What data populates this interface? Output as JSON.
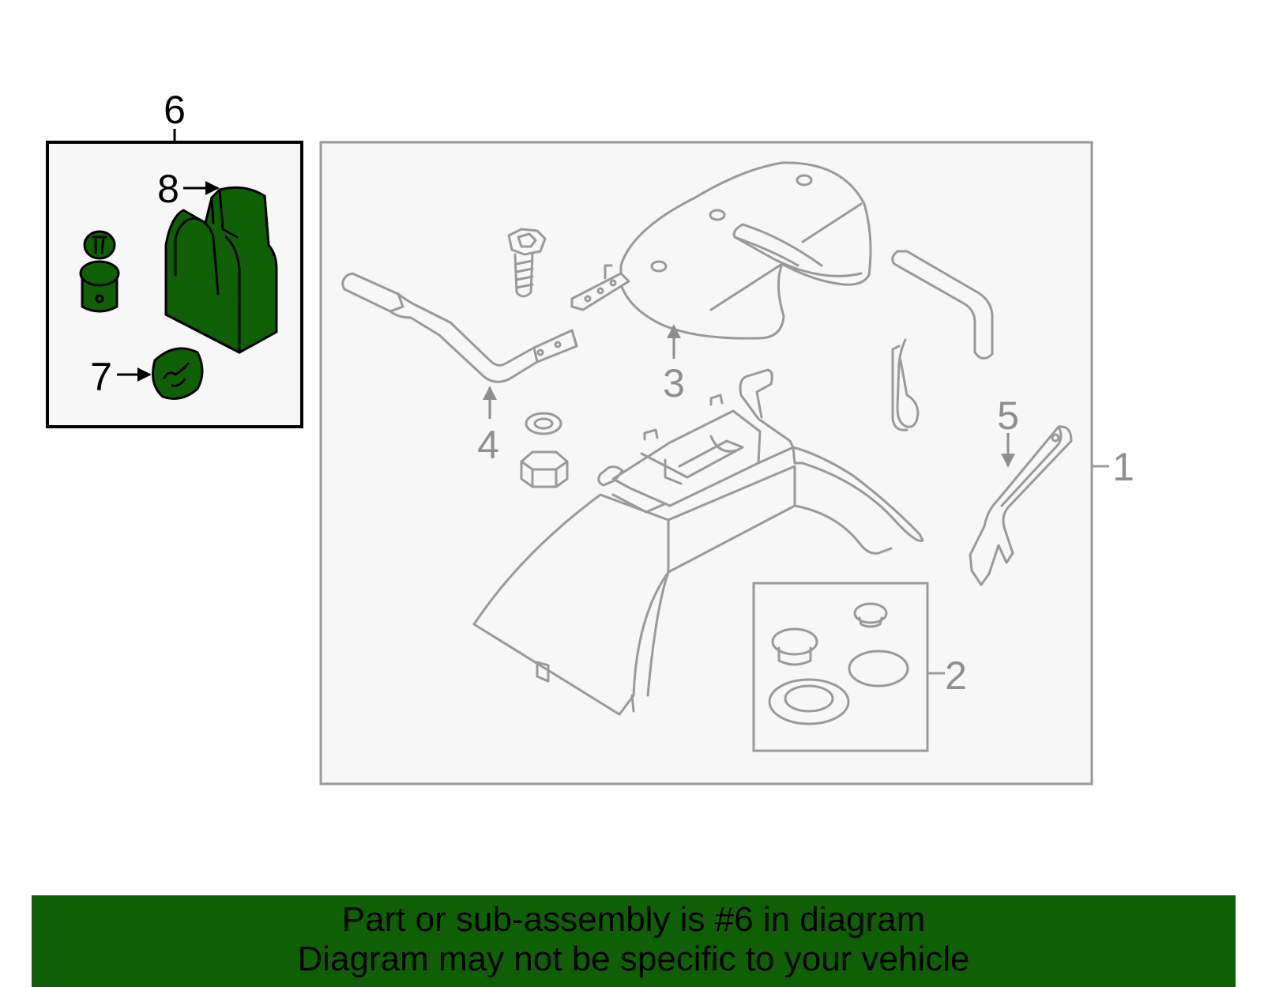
{
  "callouts": {
    "c1": "1",
    "c2": "2",
    "c3": "3",
    "c4": "4",
    "c5": "5",
    "c6": "6",
    "c7": "7",
    "c8": "8"
  },
  "highlight_part": "6",
  "colors": {
    "highlight": "#0f5f05",
    "outline": "#9a9a9a",
    "box_fill": "#f7f7f7",
    "banner": "#0f5f05"
  },
  "banner": {
    "line1": "Part or sub-assembly is #6 in diagram",
    "line2": "Diagram may not be specific to your vehicle"
  }
}
